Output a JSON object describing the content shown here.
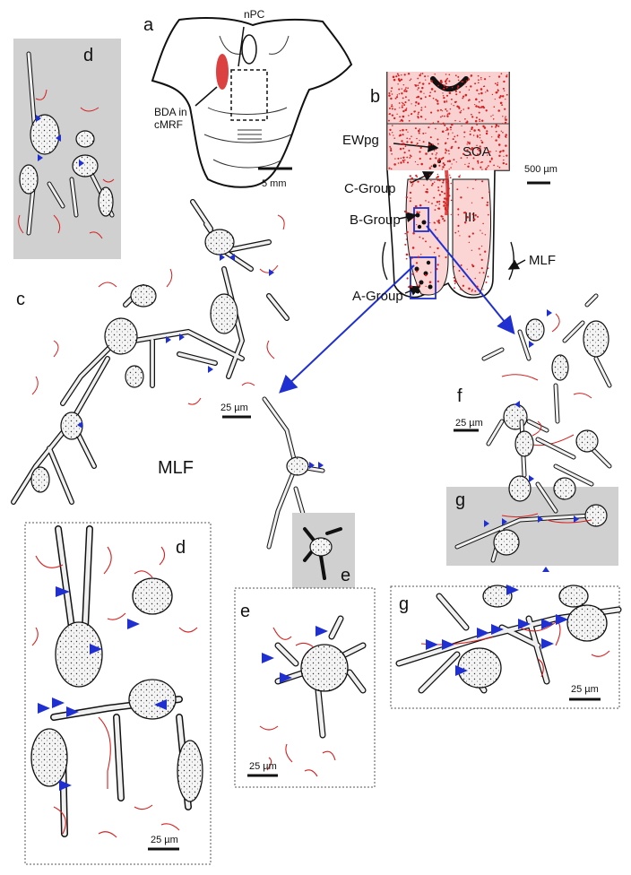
{
  "panel_labels": {
    "a": "a",
    "b": "b",
    "c": "c",
    "d_top": "d",
    "d_bottom": "d",
    "e_inset": "e",
    "e_bottom": "e",
    "f": "f",
    "g_inset": "g",
    "g_bottom": "g"
  },
  "panel_a": {
    "npc": "nPC",
    "injection_line1": "BDA in",
    "injection_line2": "cMRF",
    "scale": "5 mm"
  },
  "panel_b": {
    "soa": "SOA",
    "ewpg": "EWpg",
    "c_group": "C-Group",
    "b_group": "B-Group",
    "a_group": "A-Group",
    "mlf": "MLF",
    "nucleus": "III",
    "scale": "500 µm"
  },
  "panel_c": {
    "mlf": "MLF",
    "scale": "25 µm"
  },
  "panel_f": {
    "scale": "25 µm"
  },
  "panel_d": {
    "scale": "25 µm"
  },
  "panel_e": {
    "scale": "25 µm"
  },
  "panel_g": {
    "scale": "25 µm"
  },
  "colors": {
    "tract": "#d62020",
    "arrowhead": "#1f2fd0",
    "inset_bg": "#d0d0d0",
    "neuron_fill": "#eeeeee",
    "outline": "#111111"
  }
}
